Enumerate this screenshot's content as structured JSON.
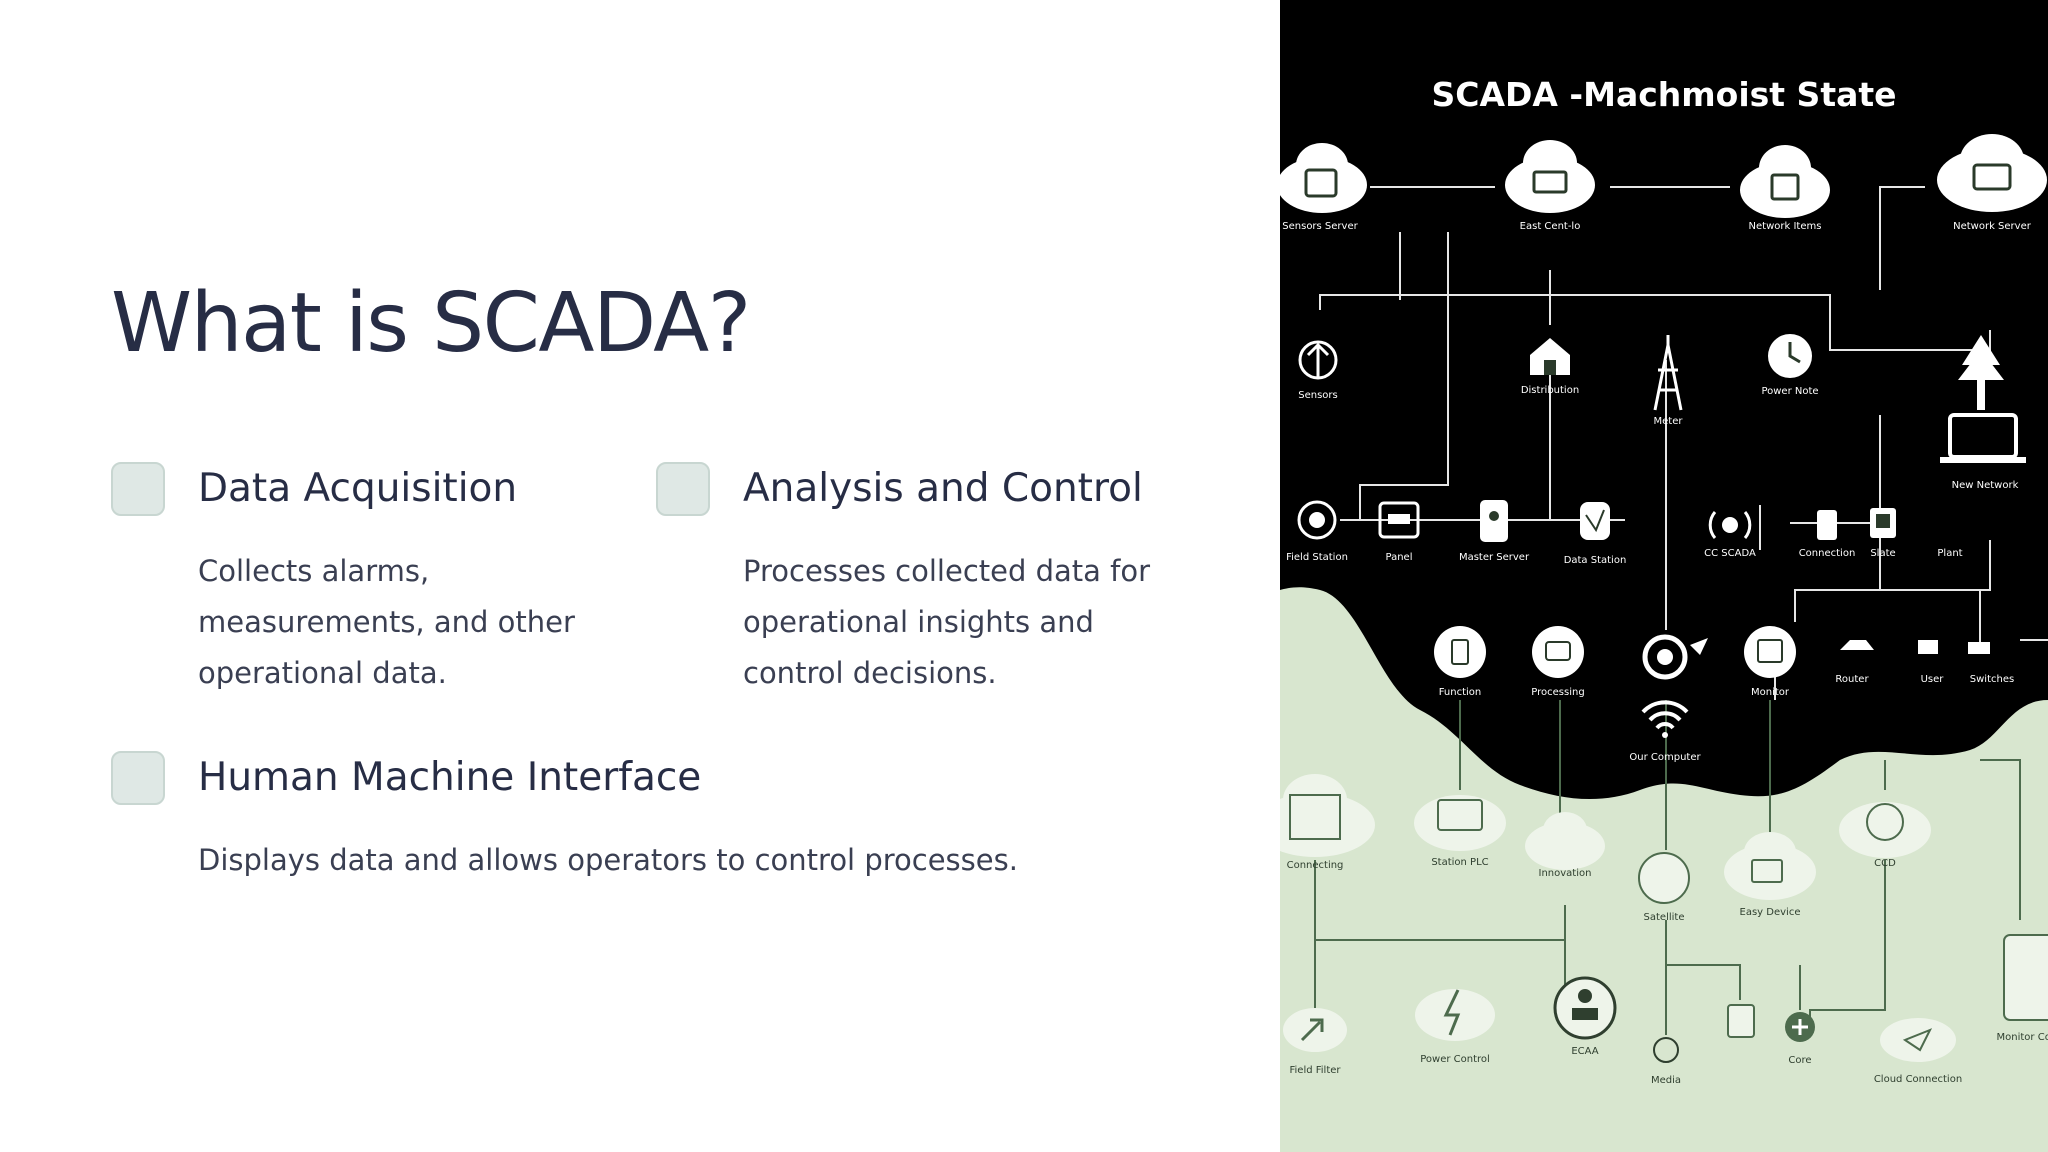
{
  "slide": {
    "title": "What is SCADA?",
    "features": [
      {
        "heading": "Data Acquisition",
        "description": "Collects alarms, measurements, and other operational data."
      },
      {
        "heading": "Analysis and Control",
        "description": "Processes collected data for operational insights and control decisions."
      },
      {
        "heading": "Human Machine Interface",
        "description": "Displays data and allows operators to control processes."
      }
    ]
  },
  "illustration": {
    "title": "SCADA -Machmoist State",
    "colors": {
      "dark_bg": "#000000",
      "light_bg": "#d8e6cf",
      "line_dark": "#e6e6e6",
      "line_light": "#4d6b4d",
      "icon_fill": "#ffffff"
    },
    "labels": {
      "sensors_server": "Sensors Server",
      "east_center": "East Cent-lo",
      "network_items": "Network Items",
      "network_server": "Network Server",
      "sensors": "Sensors",
      "distribution": "Distribution",
      "meter": "Meter",
      "power_note": "Power Note",
      "new_network": "New Network",
      "field_station": "Field Station",
      "panel": "Panel",
      "master_server": "Master Server",
      "data_station": "Data Station",
      "cc_scada": "CC SCADA",
      "connection": "Connection",
      "slate": "Slate",
      "plant": "Plant",
      "function": "Function",
      "processing": "Processing",
      "user": "User",
      "router": "Router",
      "monitor": "Monitor",
      "switches": "Switches",
      "our_computer": "Our Computer",
      "connecting": "Connecting",
      "station_plc": "Station PLC",
      "innovation": "Innovation",
      "satellite": "Satellite",
      "easy_device": "Easy Device",
      "ccd": "CCD",
      "field_filter": "Field Filter",
      "power_control": "Power Control",
      "ecaa": "ECAA",
      "media": "Media",
      "core": "Core",
      "cloud_connection": "Cloud Connection",
      "monitor_conn": "Monitor Conn"
    }
  }
}
